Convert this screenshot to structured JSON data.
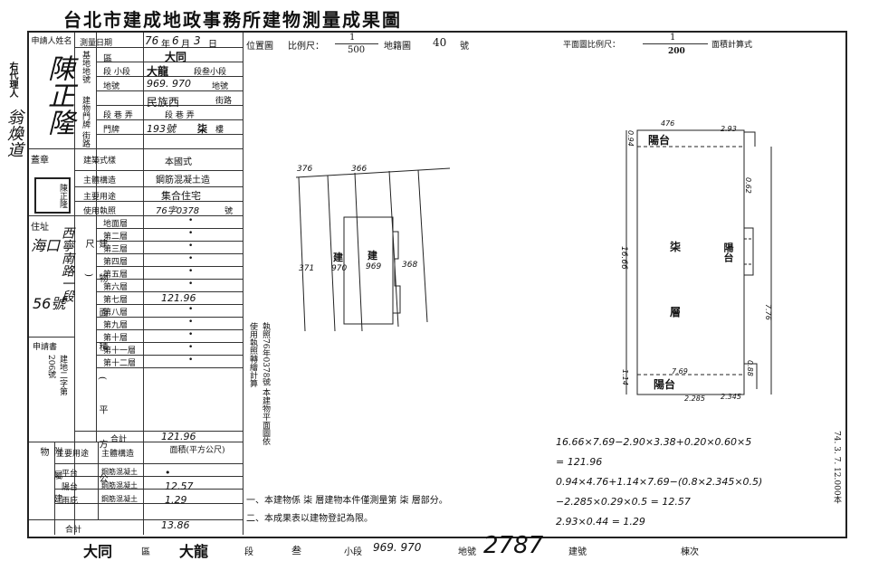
{
  "title": "台北市建成地政事務所建物測量成果圖",
  "left_margin": {
    "agent_label": "右代理人",
    "agent_name": "翁煥道"
  },
  "left_panel": {
    "applicant_label": "申請人姓名",
    "applicant_name": "陳正隆",
    "seal_label": "蓋章",
    "seal_text": "陳正隆",
    "address_label": "住址",
    "address_lines": [
      "海口",
      "56號"
    ],
    "address_script": "西寧南路一段"
  },
  "form_rows": {
    "survey_date_label": "測量日期",
    "survey_date": [
      "76",
      "6",
      "3"
    ],
    "district_label": "區",
    "district_value": "大同",
    "land_no_label": "基地地號",
    "section_label": "段 小段",
    "section_value": "大龍",
    "section_suffix": "段叁小段",
    "land_number_label": "地號",
    "land_number": "969. 970",
    "land_number_suffix": "地號",
    "road_label": "建物門牌 街路",
    "road_value": "民族西",
    "road_suffix": "街路",
    "lane_label": "段 巷 弄",
    "lane_value": "段 巷 弄",
    "door_label": "門牌",
    "door_value": "193號",
    "door_suffix": "樓",
    "door_floor": "柒",
    "style_label": "建築式樣",
    "style_value": "本國式",
    "structure_label": "主體構造",
    "structure_value": "鋼筋混凝土造",
    "use_label": "主要用途",
    "use_value": "集合住宅",
    "permit_label": "使用執照",
    "permit_value": "76字0378",
    "permit_suffix": "號"
  },
  "floors": {
    "floor_labels": [
      "地面層",
      "第二層",
      "第三層",
      "第四層",
      "第五層",
      "第六層",
      "第七層",
      "第八層",
      "第九層",
      "第十層",
      "第十一層",
      "第十二層"
    ],
    "floor_values": [
      "•",
      "•",
      "•",
      "•",
      "•",
      "•",
      "121.96",
      "•",
      "•",
      "•",
      "•",
      "•"
    ],
    "area_side_label": "建物面積(平方公尺)",
    "total_label": "合計",
    "total_value": "121.96",
    "applicant_doc_label": "申請書",
    "applicant_doc_note": "建地二字第206號"
  },
  "attachments": {
    "section_label": "附屬建物",
    "head_use": "主要用途",
    "head_structure": "主體構造",
    "head_area": "面積(平方公尺)",
    "rows": [
      {
        "use": "平台",
        "structure": "鋼筋混凝土",
        "area": "•"
      },
      {
        "use": "陽台",
        "structure": "鋼筋混凝土",
        "area": "12.57"
      },
      {
        "use": "雨庇",
        "structure": "鋼筋混凝土",
        "area": "1.29"
      }
    ],
    "total_label": "合計",
    "total_value": "13.86"
  },
  "location_map": {
    "label": "位置圖",
    "scale_label": "比例尺：",
    "scale_num": "1",
    "scale_den": "500",
    "sheet_label": "地籍圖",
    "sheet_no": "40",
    "sheet_suffix": "號",
    "parcels": [
      "376",
      "366",
      "371",
      "970",
      "969",
      "368"
    ],
    "building_mark": "建"
  },
  "floor_plan": {
    "scale_label": "平面圖比例尺：",
    "scale_num": "1",
    "scale_den": "200",
    "area_calc_label": "面積計算式",
    "room_labels": [
      "陽台",
      "柒",
      "層",
      "陽台",
      "陽台"
    ],
    "dims": [
      "476",
      "0.94",
      "2.93",
      "0.62",
      "16.66",
      "7.76",
      "7.69",
      "1.14",
      "2.285",
      "2.345",
      "0.88"
    ]
  },
  "side_note": "執照76年0378號 本建物平面圖依使用執照轉繪計算",
  "calc_lines": [
    "16.66×7.69−2.90×3.38+0.20×0.60×5",
    "= 121.96",
    "0.94×4.76+1.14×7.69−(0.8×2.345×0.5)",
    "−2.285×0.29×0.5 = 12.57",
    "2.93×0.44 = 1.29"
  ],
  "notes": [
    "一、本建物係 柒 層建物本件僅測量第 柒 層部分。",
    "二、本成果表以建物登記為限。"
  ],
  "footer": {
    "district": "大同",
    "district_suffix": "區",
    "section": "大龍",
    "section_suffix": "段",
    "sub_section": "叁",
    "sub_label": "小段",
    "parcel": "969. 970",
    "parcel_label": "地號",
    "build_no": "2787",
    "build_label": "建號",
    "order_label": "棟次"
  },
  "right_margin_stamp": "74. 3. 7. 12.000本"
}
